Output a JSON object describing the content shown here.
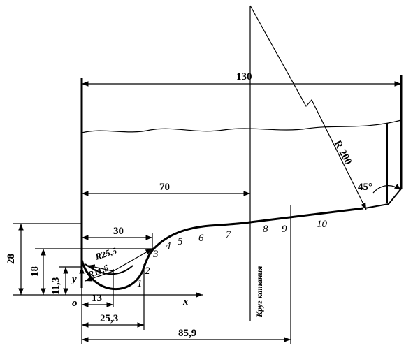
{
  "dimensions": {
    "overall_length": "130",
    "length_to_circle": "70",
    "flange_width": "30",
    "to_point_2": "25,3",
    "to_circle_bottom": "85,9",
    "to_center": "13",
    "height_total": "28",
    "height_18": "18",
    "height_11_3": "11,3",
    "radius_large": "R 200",
    "radius_25_5": "R25,5",
    "radius_11_5": "R11,5",
    "angle": "45°"
  },
  "point_labels": [
    "1",
    "2",
    "3",
    "4",
    "5",
    "6",
    "7",
    "8",
    "9",
    "10"
  ],
  "axes": {
    "origin": "o",
    "x": "x",
    "y": "y"
  },
  "rolling_circle_label": "Круг катания"
}
